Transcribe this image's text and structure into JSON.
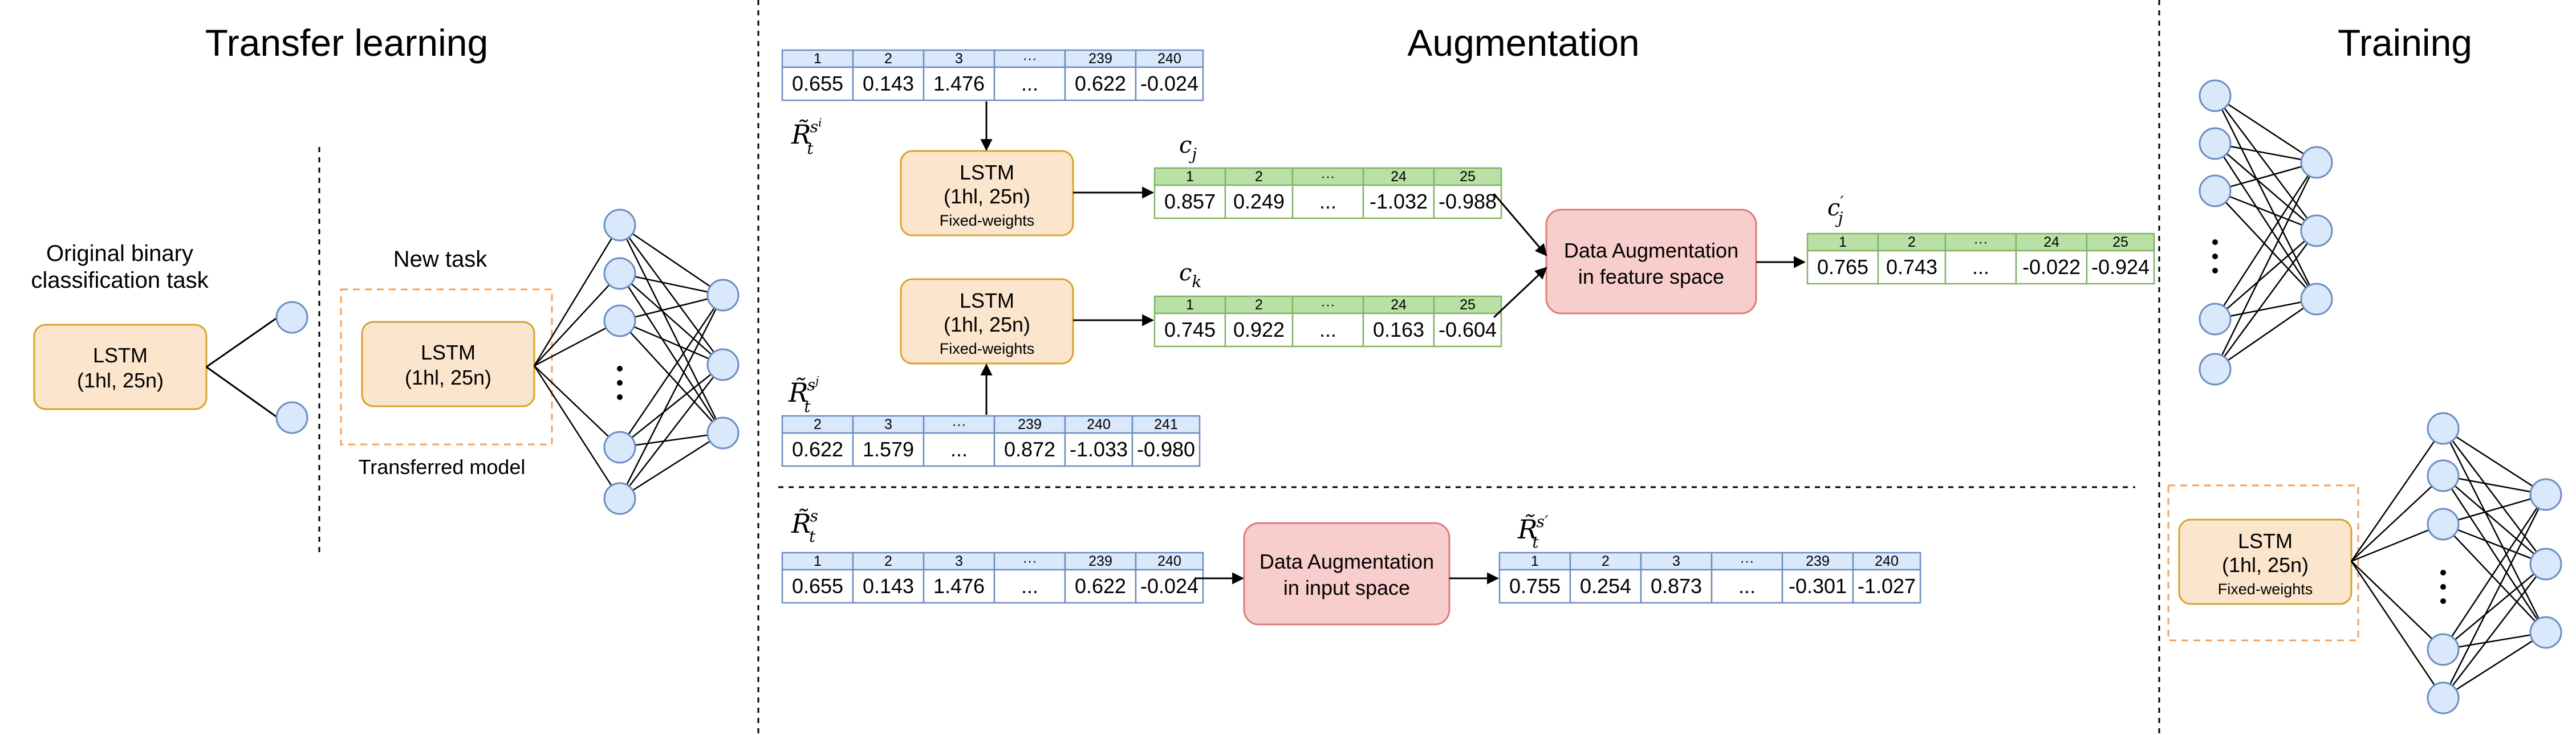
{
  "sections": {
    "transfer": "Transfer learning",
    "augmentation": "Augmentation",
    "training": "Training"
  },
  "transfer": {
    "original_task_line1": "Original binary",
    "original_task_line2": "classification task",
    "new_task": "New task",
    "transferred_model": "Transferred model"
  },
  "lstm": {
    "name": "LSTM",
    "config": "(1hl, 25n)",
    "fixed": "Fixed-weights"
  },
  "ellipsis": "...",
  "augmentation": {
    "feature_space_line1": "Data Augmentation",
    "feature_space_line2": "in feature space",
    "input_space_line1": "Data Augmentation",
    "input_space_line2": "in input space"
  },
  "symbols": {
    "R": "R̃",
    "t": "t",
    "sup_si": "s",
    "sub_si": "i",
    "sup_sj": "s",
    "sub_sj": "j",
    "sup_s": "s",
    "sup_sprime": "s′",
    "c": "c",
    "j": "j",
    "k": "k",
    "prime": "′"
  },
  "tables": {
    "r_si": {
      "headers": [
        "1",
        "2",
        "3",
        "···",
        "239",
        "240"
      ],
      "values": [
        "0.655",
        "0.143",
        "1.476",
        "...",
        "0.622",
        "-0.024"
      ]
    },
    "r_sj": {
      "headers": [
        "2",
        "3",
        "···",
        "239",
        "240",
        "241"
      ],
      "values": [
        "0.622",
        "1.579",
        "...",
        "0.872",
        "-1.033",
        "-0.980"
      ]
    },
    "c_j": {
      "headers": [
        "1",
        "2",
        "···",
        "24",
        "25"
      ],
      "values": [
        "0.857",
        "0.249",
        "...",
        "-1.032",
        "-0.988"
      ]
    },
    "c_k": {
      "headers": [
        "1",
        "2",
        "···",
        "24",
        "25"
      ],
      "values": [
        "0.745",
        "0.922",
        "...",
        "0.163",
        "-0.604"
      ]
    },
    "c_j_prime": {
      "headers": [
        "1",
        "2",
        "···",
        "24",
        "25"
      ],
      "values": [
        "0.765",
        "0.743",
        "...",
        "-0.022",
        "-0.924"
      ]
    },
    "r_s": {
      "headers": [
        "1",
        "2",
        "3",
        "···",
        "239",
        "240"
      ],
      "values": [
        "0.655",
        "0.143",
        "1.476",
        "...",
        "0.622",
        "-0.024"
      ]
    },
    "r_s_prime": {
      "headers": [
        "1",
        "2",
        "3",
        "···",
        "239",
        "240"
      ],
      "values": [
        "0.755",
        "0.254",
        "0.873",
        "...",
        "-0.301",
        "-1.027"
      ]
    }
  },
  "colors": {
    "lstm_fill": "#fce5cd",
    "lstm_stroke": "#d6a32d",
    "node_fill": "#dae8fc",
    "node_stroke": "#6c8ebf",
    "blue_header": "#dae8fc",
    "blue_stroke": "#6c8ebf",
    "green_header": "#b9e0a5",
    "green_stroke": "#82b366",
    "aug_fill": "#f8cecc",
    "aug_stroke": "#e07a7a",
    "transferred_border": "#f5a05a"
  }
}
